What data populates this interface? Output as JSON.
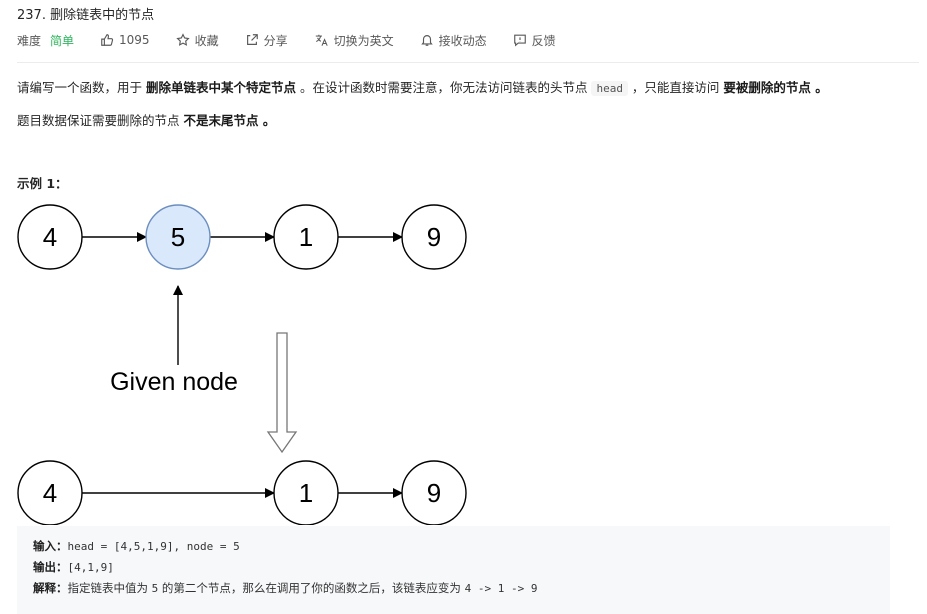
{
  "header": {
    "title": "237. 删除链表中的节点",
    "difficulty_label": "难度",
    "difficulty_value": "简单",
    "likes": "1095",
    "favorite_label": "收藏",
    "share_label": "分享",
    "language_label": "切换为英文",
    "subscribe_label": "接收动态",
    "feedback_label": "反馈"
  },
  "colors": {
    "easy": "#2db55d",
    "highlight_node_fill": "#dae8fc",
    "highlight_node_stroke": "#6c8ebf"
  },
  "description": {
    "p1_a": "请编写一个函数，用于 ",
    "p1_b": "删除单链表中某个特定节点",
    "p1_c": " 。在设计函数时需要注意，你无法访问链表的头节点 ",
    "p1_code": "head",
    "p1_d": " ，只能直接访问 ",
    "p1_e": "要被删除的节点",
    "p1_f": " 。",
    "p2_a": "题目数据保证需要删除的节点 ",
    "p2_b": "不是末尾节点",
    "p2_c": " 。"
  },
  "example": {
    "title": "示例 1：",
    "top_nodes": [
      "4",
      "5",
      "1",
      "9"
    ],
    "bottom_nodes": [
      "4",
      "1",
      "9"
    ],
    "given_label": "Given node",
    "input_label": "输入：",
    "input_value": "head = [4,5,1,9], node = 5",
    "output_label": "输出：",
    "output_value": "[4,1,9]",
    "explain_label": "解释：",
    "explain_a": "指定链表中值为 ",
    "explain_code1": "5",
    "explain_b": " 的第二个节点，那么在调用了你的函数之后，该链表应变为 ",
    "explain_code2": "4 -> 1 -> 9"
  }
}
